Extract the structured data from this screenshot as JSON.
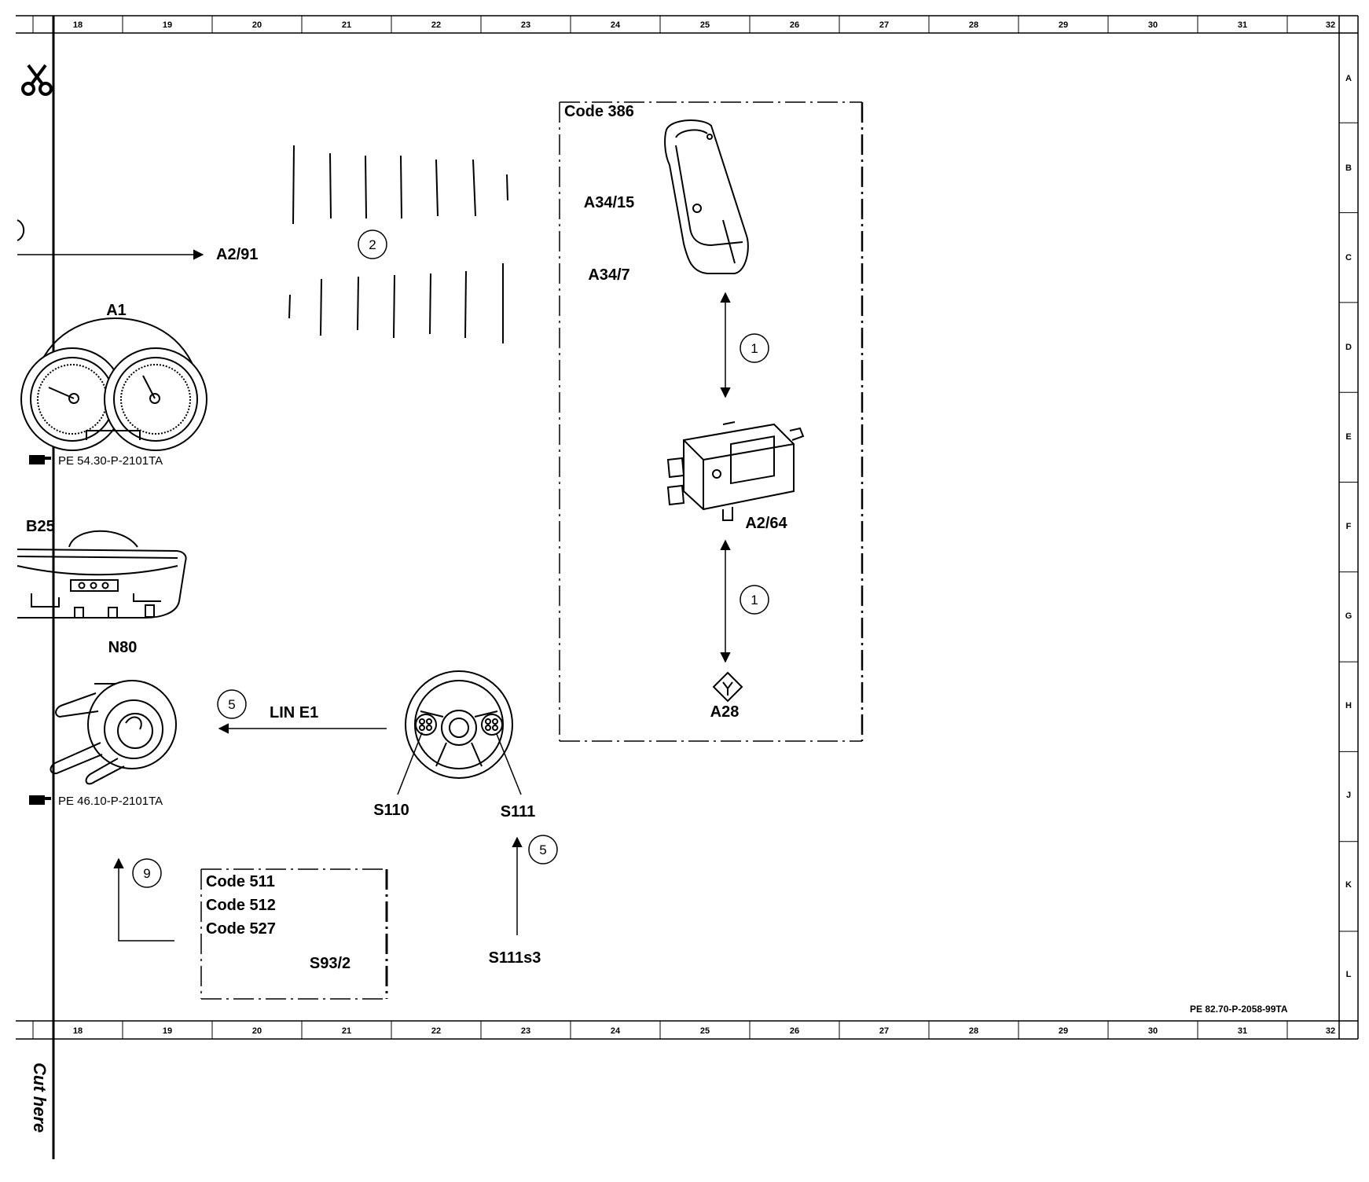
{
  "grid": {
    "columns": [
      "18",
      "19",
      "20",
      "21",
      "22",
      "23",
      "24",
      "25",
      "26",
      "27",
      "28",
      "29",
      "30",
      "31",
      "32"
    ],
    "rows": [
      "A",
      "B",
      "C",
      "D",
      "E",
      "F",
      "G",
      "H",
      "J",
      "K",
      "L"
    ]
  },
  "labels": {
    "a1": "A1",
    "b25": "B25",
    "n80": "N80",
    "a291": "A2/91",
    "a3415": "A34/15",
    "a347": "A34/7",
    "a264": "A2/64",
    "a28": "A28",
    "s110": "S110",
    "s111": "S111",
    "s111s3": "S111s3",
    "s932": "S93/2",
    "lin": "LIN E1"
  },
  "codes": {
    "c386": "Code 386",
    "c511": "Code 511",
    "c512": "Code 512",
    "c527": "Code 527"
  },
  "refs": {
    "a1_ref": "PE 54.30-P-2101TA",
    "n80_ref": "PE 46.10-P-2101TA",
    "doc": "PE 82.70-P-2058-99TA"
  },
  "circles": {
    "c2": "2",
    "c1a": "1",
    "c1b": "1",
    "c5a": "5",
    "c5b": "5",
    "c9": "9"
  },
  "misc": {
    "cut_here": "Cut here"
  }
}
